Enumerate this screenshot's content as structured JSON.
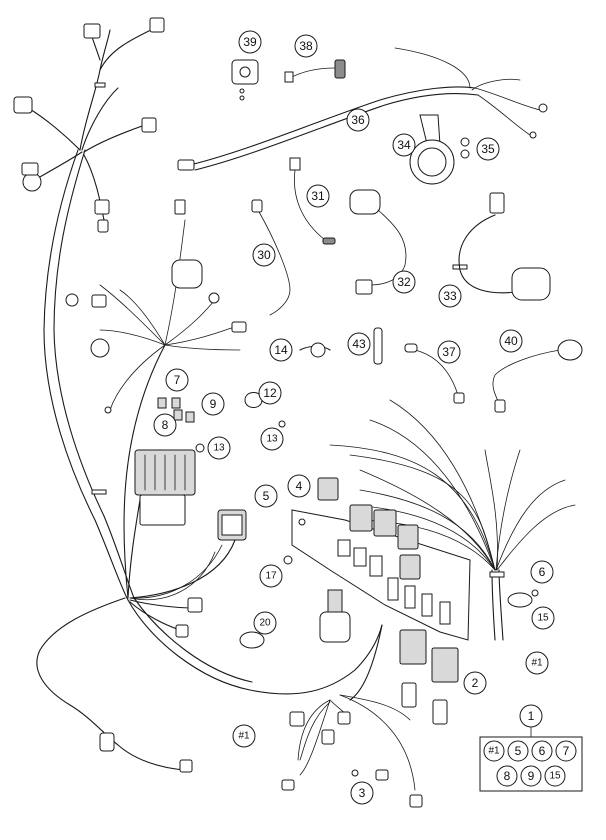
{
  "callouts": {
    "c1": "1",
    "c2": "2",
    "c3": "3",
    "c4": "4",
    "c5": "5",
    "c6": "6",
    "c7": "7",
    "c8": "8",
    "c9": "9",
    "c12": "12",
    "c13a": "13",
    "c13b": "13",
    "c14": "14",
    "c15": "15",
    "c17": "17",
    "c20": "20",
    "c30": "30",
    "c31": "31",
    "c32": "32",
    "c33": "33",
    "c34": "34",
    "c35": "35",
    "c36": "36",
    "c37": "37",
    "c38": "38",
    "c39": "39",
    "c40": "40",
    "c43": "43",
    "harness_a": "#1",
    "harness_b": "#1"
  },
  "legend": {
    "title": "1",
    "items": [
      "#1",
      "5",
      "6",
      "7",
      "8",
      "9",
      "15"
    ]
  }
}
